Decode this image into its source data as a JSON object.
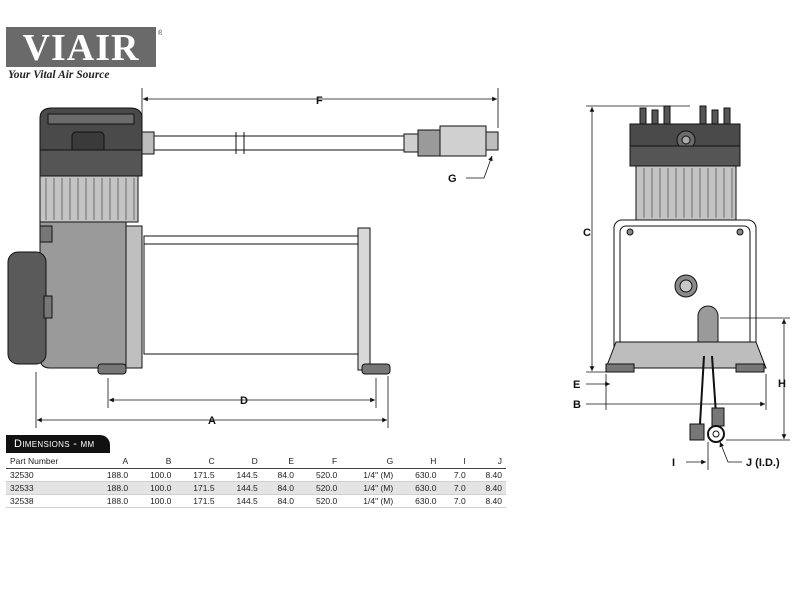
{
  "logo": {
    "brand": "VIAIR",
    "registered": "®",
    "tagline": "Your Vital Air Source"
  },
  "dimension_labels": {
    "a": "A",
    "b": "B",
    "c": "C",
    "d": "D",
    "e": "E",
    "f": "F",
    "g": "G",
    "h": "H",
    "i": "I",
    "j": "J (I.D.)"
  },
  "table": {
    "title": "Dimensions - mm",
    "columns": [
      "Part Number",
      "A",
      "B",
      "C",
      "D",
      "E",
      "F",
      "G",
      "H",
      "I",
      "J"
    ],
    "rows": [
      [
        "32530",
        "188.0",
        "100.0",
        "171.5",
        "144.5",
        "84.0",
        "520.0",
        "1/4\" (M)",
        "630.0",
        "7.0",
        "8.40"
      ],
      [
        "32533",
        "188.0",
        "100.0",
        "171.5",
        "144.5",
        "84.0",
        "520.0",
        "1/4\" (M)",
        "630.0",
        "7.0",
        "8.40"
      ],
      [
        "32538",
        "188.0",
        "100.0",
        "171.5",
        "144.5",
        "84.0",
        "520.0",
        "1/4\" (M)",
        "630.0",
        "7.0",
        "8.40"
      ]
    ]
  },
  "colors": {
    "body": "#b9b9b9",
    "dark": "#4a4a4a",
    "line": "#111111"
  }
}
